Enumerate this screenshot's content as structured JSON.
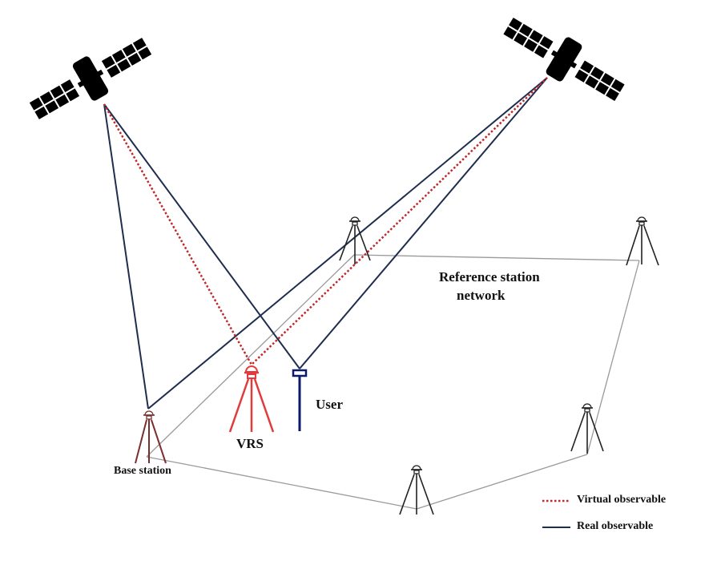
{
  "labels": {
    "reference_network": [
      "Reference station",
      "network"
    ],
    "user": "User",
    "vrs": "VRS",
    "base_station": "Base station"
  },
  "legend": [
    {
      "label": "Virtual observable",
      "style": "dotted",
      "color": "#c0282b"
    },
    {
      "label": "Real observable",
      "style": "solid",
      "color": "#1f2d4e"
    }
  ],
  "colors": {
    "virtual": "#c0282b",
    "real": "#1f2d4e",
    "network": "#9a9a9a",
    "vrs": "#e23b3b",
    "base": "#7a2e2e",
    "user": "#0b1a6b",
    "station": "#222222"
  }
}
